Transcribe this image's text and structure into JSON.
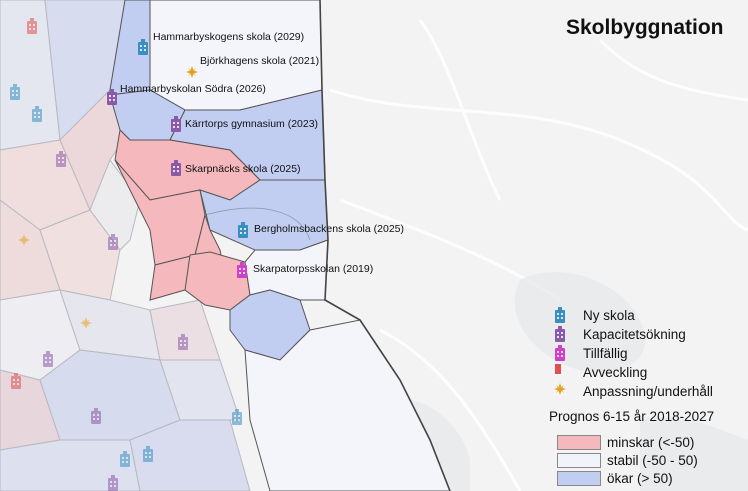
{
  "title": "Skolbyggnation",
  "colors": {
    "minskar": "#f5b8bc",
    "stabil": "#f2f2fa",
    "okar": "#c2cdf2",
    "ny_skola": "#3a8fc0",
    "kapacitet": "#8a5aa8",
    "tillfallig": "#d040c8",
    "avveckling": "#e05050",
    "anpassning": "#e8a020"
  },
  "schools": [
    {
      "name": "Hammarbyskogens skola (2029)",
      "type": "ny_skola"
    },
    {
      "name": "Björkhagens skola (2021)",
      "type": "anpassning"
    },
    {
      "name": "Hammarbyskolan Södra (2026)",
      "type": "kapacitet"
    },
    {
      "name": "Kärrtorps gymnasium (2023)",
      "type": "kapacitet"
    },
    {
      "name": "Skarpnäcks skola (2025)",
      "type": "kapacitet"
    },
    {
      "name": "Bergholmsbackens skola (2025)",
      "type": "ny_skola"
    },
    {
      "name": "Skarpatorpsskolan (2019)",
      "type": "tillfallig"
    }
  ],
  "legend": {
    "symbols": [
      {
        "label": "Ny skola",
        "type": "ny_skola",
        "icon": "school-building-icon"
      },
      {
        "label": "Kapacitetsökning",
        "type": "kapacitet",
        "icon": "school-building-icon"
      },
      {
        "label": "Tillfällig",
        "type": "tillfallig",
        "icon": "school-building-icon"
      },
      {
        "label": "Avveckling",
        "type": "avveckling",
        "icon": "small-square-icon"
      },
      {
        "label": "Anpassning/underhåll",
        "type": "anpassning",
        "icon": "star-icon"
      }
    ],
    "prognos_title": "Prognos 6-15 år 2018-2027",
    "classes": [
      {
        "label": "minskar (<-50)",
        "key": "minskar"
      },
      {
        "label": "stabil (-50 - 50)",
        "key": "stabil"
      },
      {
        "label": "ökar (> 50)",
        "key": "okar"
      }
    ]
  }
}
